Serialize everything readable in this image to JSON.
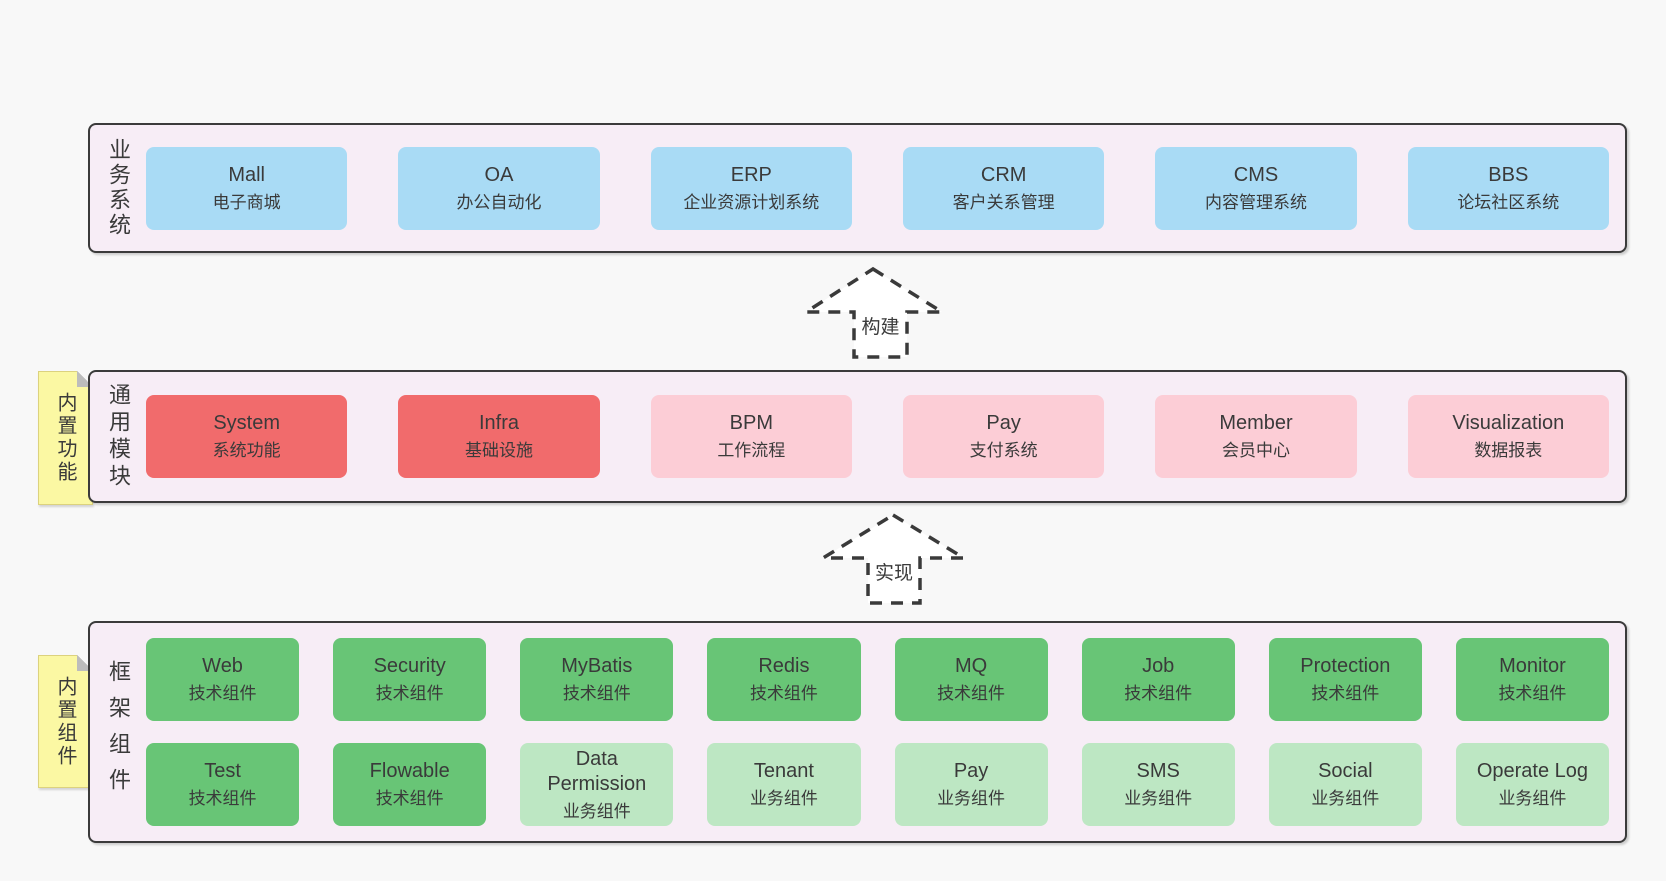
{
  "colors": {
    "page_bg": "#f8f8f8",
    "band_bg": "#f7edf6",
    "band_border": "#3b3b3b",
    "text": "#3a3a3a",
    "blue": "#a9dbf5",
    "red": "#f16b6c",
    "pink": "#fccdd6",
    "green": "#68c576",
    "lightgreen": "#bde7c3",
    "sticky_bg": "#fbf8a3"
  },
  "arrows": [
    {
      "label": "构建"
    },
    {
      "label": "实现"
    }
  ],
  "bands": [
    {
      "label": "业务系统",
      "boxes": [
        {
          "en": "Mall",
          "zh": "电子商城",
          "type": "blue"
        },
        {
          "en": "OA",
          "zh": "办公自动化",
          "type": "blue"
        },
        {
          "en": "ERP",
          "zh": "企业资源计划系统",
          "type": "blue"
        },
        {
          "en": "CRM",
          "zh": "客户关系管理",
          "type": "blue"
        },
        {
          "en": "CMS",
          "zh": "内容管理系统",
          "type": "blue"
        },
        {
          "en": "BBS",
          "zh": "论坛社区系统",
          "type": "blue"
        }
      ]
    },
    {
      "label": "通用模块",
      "sticky": "内置功能",
      "boxes": [
        {
          "en": "System",
          "zh": "系统功能",
          "type": "red"
        },
        {
          "en": "Infra",
          "zh": "基础设施",
          "type": "red"
        },
        {
          "en": "BPM",
          "zh": "工作流程",
          "type": "pink"
        },
        {
          "en": "Pay",
          "zh": "支付系统",
          "type": "pink"
        },
        {
          "en": "Member",
          "zh": "会员中心",
          "type": "pink"
        },
        {
          "en": "Visualization",
          "zh": "数据报表",
          "type": "pink"
        }
      ]
    },
    {
      "label": "框架组件",
      "sticky": "内置组件",
      "boxes": [
        {
          "en": "Web",
          "zh": "技术组件",
          "type": "green"
        },
        {
          "en": "Security",
          "zh": "技术组件",
          "type": "green"
        },
        {
          "en": "MyBatis",
          "zh": "技术组件",
          "type": "green"
        },
        {
          "en": "Redis",
          "zh": "技术组件",
          "type": "green"
        },
        {
          "en": "MQ",
          "zh": "技术组件",
          "type": "green"
        },
        {
          "en": "Job",
          "zh": "技术组件",
          "type": "green"
        },
        {
          "en": "Protection",
          "zh": "技术组件",
          "type": "green"
        },
        {
          "en": "Monitor",
          "zh": "技术组件",
          "type": "green"
        },
        {
          "en": "Test",
          "zh": "技术组件",
          "type": "green"
        },
        {
          "en": "Flowable",
          "zh": "技术组件",
          "type": "green"
        },
        {
          "en": "Data Permission",
          "zh": "业务组件",
          "type": "lightgreen"
        },
        {
          "en": "Tenant",
          "zh": "业务组件",
          "type": "lightgreen"
        },
        {
          "en": "Pay",
          "zh": "业务组件",
          "type": "lightgreen"
        },
        {
          "en": "SMS",
          "zh": "业务组件",
          "type": "lightgreen"
        },
        {
          "en": "Social",
          "zh": "业务组件",
          "type": "lightgreen"
        },
        {
          "en": "Operate Log",
          "zh": "业务组件",
          "type": "lightgreen"
        }
      ]
    }
  ]
}
